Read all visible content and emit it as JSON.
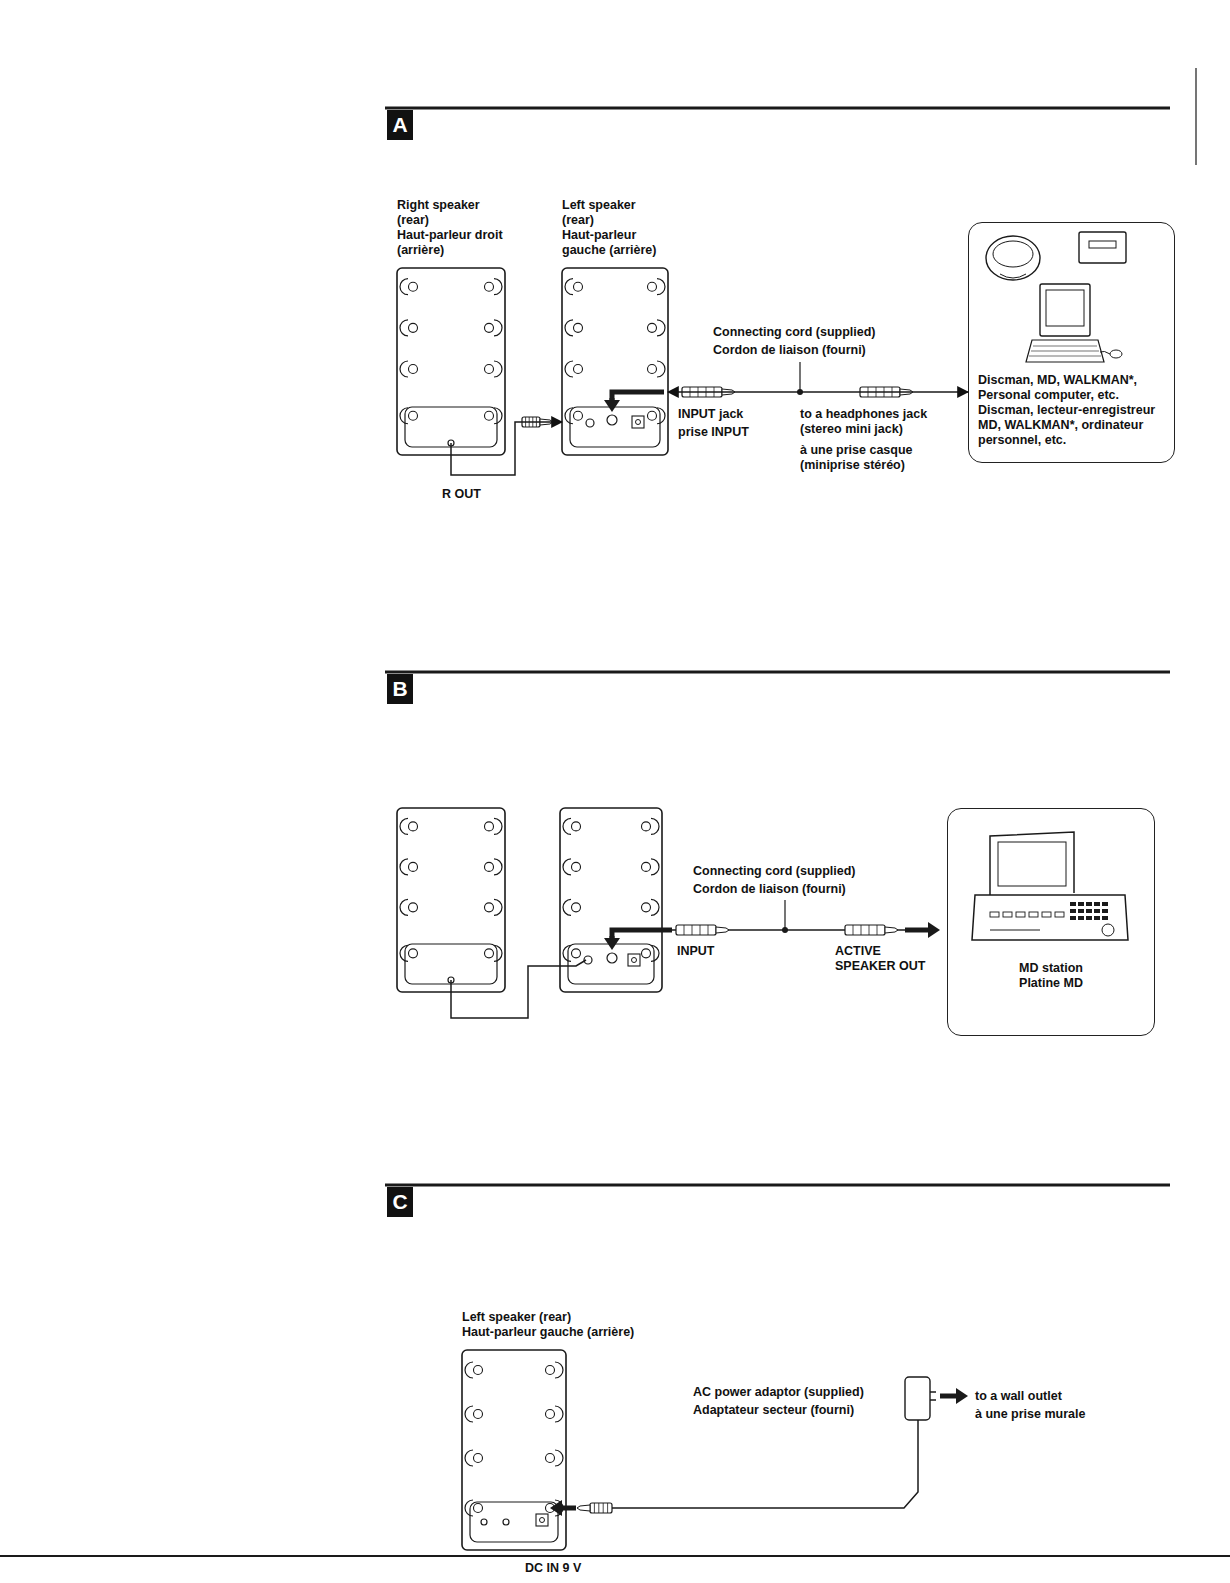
{
  "diagram": {
    "nodes": [
      {
        "text": [
          "Right speaker (rear)",
          "Haut-parleur droit (arrière)"
        ]
      },
      {
        "text": [
          "Left speaker (rear)",
          "Haut-parleur gauche (arrière)"
        ]
      },
      {
        "text": [
          "Discman, MD, WALKMAN*, Personal computer, etc.",
          "Discman, lecteur-enregistreur MD, WALKMAN*, ordinateur personnel, etc."
        ]
      },
      {
        "text": [
          "MD station",
          "Platine MD"
        ]
      },
      {
        "text": [
          "Left speaker (rear)",
          "Haut-parleur gauche (arrière)"
        ]
      }
    ],
    "edges": [
      {
        "from": 0,
        "to": 1,
        "arrow": "to"
      },
      {
        "from": 1,
        "to": 2,
        "arrow": "both"
      }
    ],
    "labels": [
      "A",
      "R OUT",
      "Connecting cord (supplied)",
      "Cordon de liaison (fourni)",
      "INPUT jack",
      "prise INPUT",
      "to a headphones jack (stereo mini jack)",
      "à une prise casque (miniprise stéréo)",
      "B",
      "INPUT",
      "Connecting cord (supplied)",
      "Cordon de liaison (fourni)",
      "ACTIVE SPEAKER OUT",
      "C",
      "AC power adaptor (supplied)",
      "Adaptateur secteur (fourni)",
      "to a wall outlet",
      "à une prise murale",
      "DC IN 9 V"
    ]
  }
}
